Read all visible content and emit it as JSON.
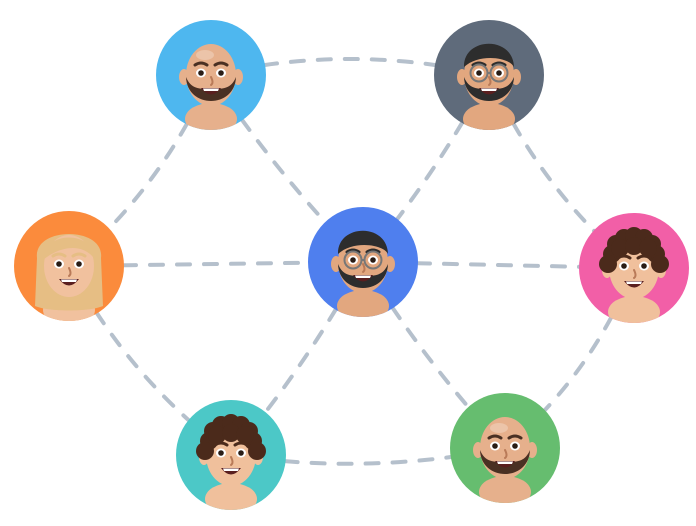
{
  "diagram": {
    "type": "network",
    "link_color": "#b5c0cc",
    "center": {
      "id": "center",
      "bg": "#4f7fee",
      "icon": "bearded-glasses-man-avatar",
      "skin": "#e2a77f",
      "hair": "#2d2d2d",
      "beard": "#2d2d2d",
      "bald": false,
      "glasses": true,
      "curly": false,
      "long": false
    },
    "nodes": [
      {
        "id": "top-left",
        "bg": "#4eb7ef",
        "icon": "bald-bearded-man-avatar",
        "skin": "#e6b08c",
        "hair": "#e6b08c",
        "beard": "#4a3023",
        "bald": true,
        "glasses": false,
        "curly": false,
        "long": false
      },
      {
        "id": "top-right",
        "bg": "#5f6b7b",
        "icon": "bearded-glasses-man-avatar",
        "skin": "#e2a77f",
        "hair": "#2d2d2d",
        "beard": "#2d2d2d",
        "bald": false,
        "glasses": true,
        "curly": false,
        "long": false
      },
      {
        "id": "left",
        "bg": "#fb8b3c",
        "icon": "blonde-woman-avatar",
        "skin": "#f1c19e",
        "hair": "#e6be84",
        "beard": null,
        "bald": false,
        "glasses": false,
        "curly": false,
        "long": true
      },
      {
        "id": "right",
        "bg": "#f25fa7",
        "icon": "curly-haired-person-avatar",
        "skin": "#f0c09c",
        "hair": "#4b2a1b",
        "beard": null,
        "bald": false,
        "glasses": false,
        "curly": true,
        "long": false
      },
      {
        "id": "bottom-left",
        "bg": "#4cc8c7",
        "icon": "curly-haired-person-avatar",
        "skin": "#f0c09c",
        "hair": "#4b2a1b",
        "beard": null,
        "bald": false,
        "glasses": false,
        "curly": true,
        "long": false
      },
      {
        "id": "bottom-right",
        "bg": "#66bd6f",
        "icon": "bald-bearded-man-avatar",
        "skin": "#e6b08c",
        "hair": "#e6b08c",
        "beard": "#4a3023",
        "bald": true,
        "glasses": false,
        "curly": false,
        "long": false
      }
    ],
    "connections": [
      [
        "top-left",
        "top-right"
      ],
      [
        "top-left",
        "left"
      ],
      [
        "top-left",
        "center"
      ],
      [
        "top-right",
        "right"
      ],
      [
        "top-right",
        "center"
      ],
      [
        "left",
        "center"
      ],
      [
        "center",
        "right"
      ],
      [
        "left",
        "bottom-left"
      ],
      [
        "center",
        "bottom-left"
      ],
      [
        "center",
        "bottom-right"
      ],
      [
        "bottom-left",
        "bottom-right"
      ],
      [
        "right",
        "bottom-right"
      ]
    ]
  }
}
